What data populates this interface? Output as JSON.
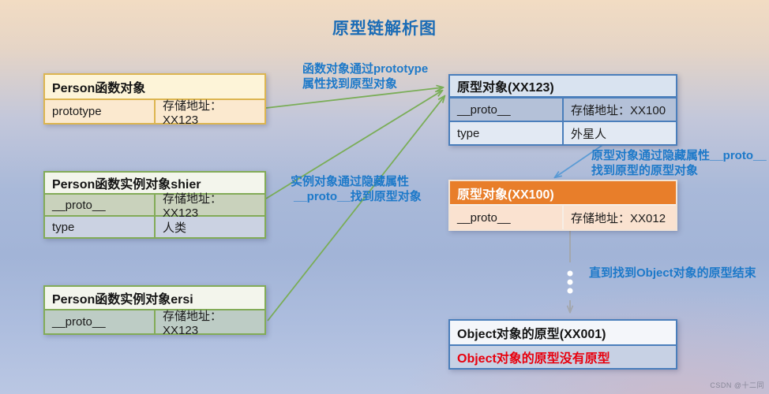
{
  "title": "原型链解析图",
  "watermark": "CSDN @十二同",
  "colors": {
    "title_blue": "#1b6cb6",
    "annotation_blue": "#1d79c9",
    "arrow_green": "#7aad57",
    "arrow_blue": "#5b9bd5",
    "arrow_gray": "#a3a7ad",
    "orange_header": "#e87e2a",
    "warning_red": "#e8000d",
    "gold_border": "#dcb550",
    "green_border": "#82ab57",
    "blue_border": "#4a7ebb"
  },
  "boxes": {
    "person_fn": {
      "header": "Person函数对象",
      "rows": [
        {
          "key": "prototype",
          "value": "存储地址：XX123"
        }
      ]
    },
    "instance_shier": {
      "header": "Person函数实例对象shier",
      "rows": [
        {
          "key": "__proto__",
          "value": "存储地址：XX123"
        },
        {
          "key": "type",
          "value": "人类"
        }
      ]
    },
    "instance_ersi": {
      "header": "Person函数实例对象ersi",
      "rows": [
        {
          "key": "__proto__",
          "value": "存储地址：XX123"
        }
      ]
    },
    "proto_xx123": {
      "header": "原型对象(XX123)",
      "rows": [
        {
          "key": "__proto__",
          "value": "存储地址：XX100"
        },
        {
          "key": "type",
          "value": "外星人"
        }
      ]
    },
    "proto_xx100": {
      "header": "原型对象(XX100)",
      "rows": [
        {
          "key": "__proto__",
          "value": "存储地址：XX012"
        }
      ]
    },
    "object_proto": {
      "header": "Object对象的原型(XX001)",
      "note": "Object对象的原型没有原型"
    }
  },
  "annotations": {
    "fn_to_proto_line1": "函数对象通过prototype",
    "fn_to_proto_line2": "属性找到原型对象",
    "instance_to_proto_line1": "实例对象通过隐藏属性",
    "instance_to_proto_line2": "__proto__找到原型对象",
    "proto_to_proto_line1": "原型对象通过隐藏属性__proto__",
    "proto_to_proto_line2": "找到原型的原型对象",
    "until_object": "直到找到Object对象的原型结束"
  }
}
